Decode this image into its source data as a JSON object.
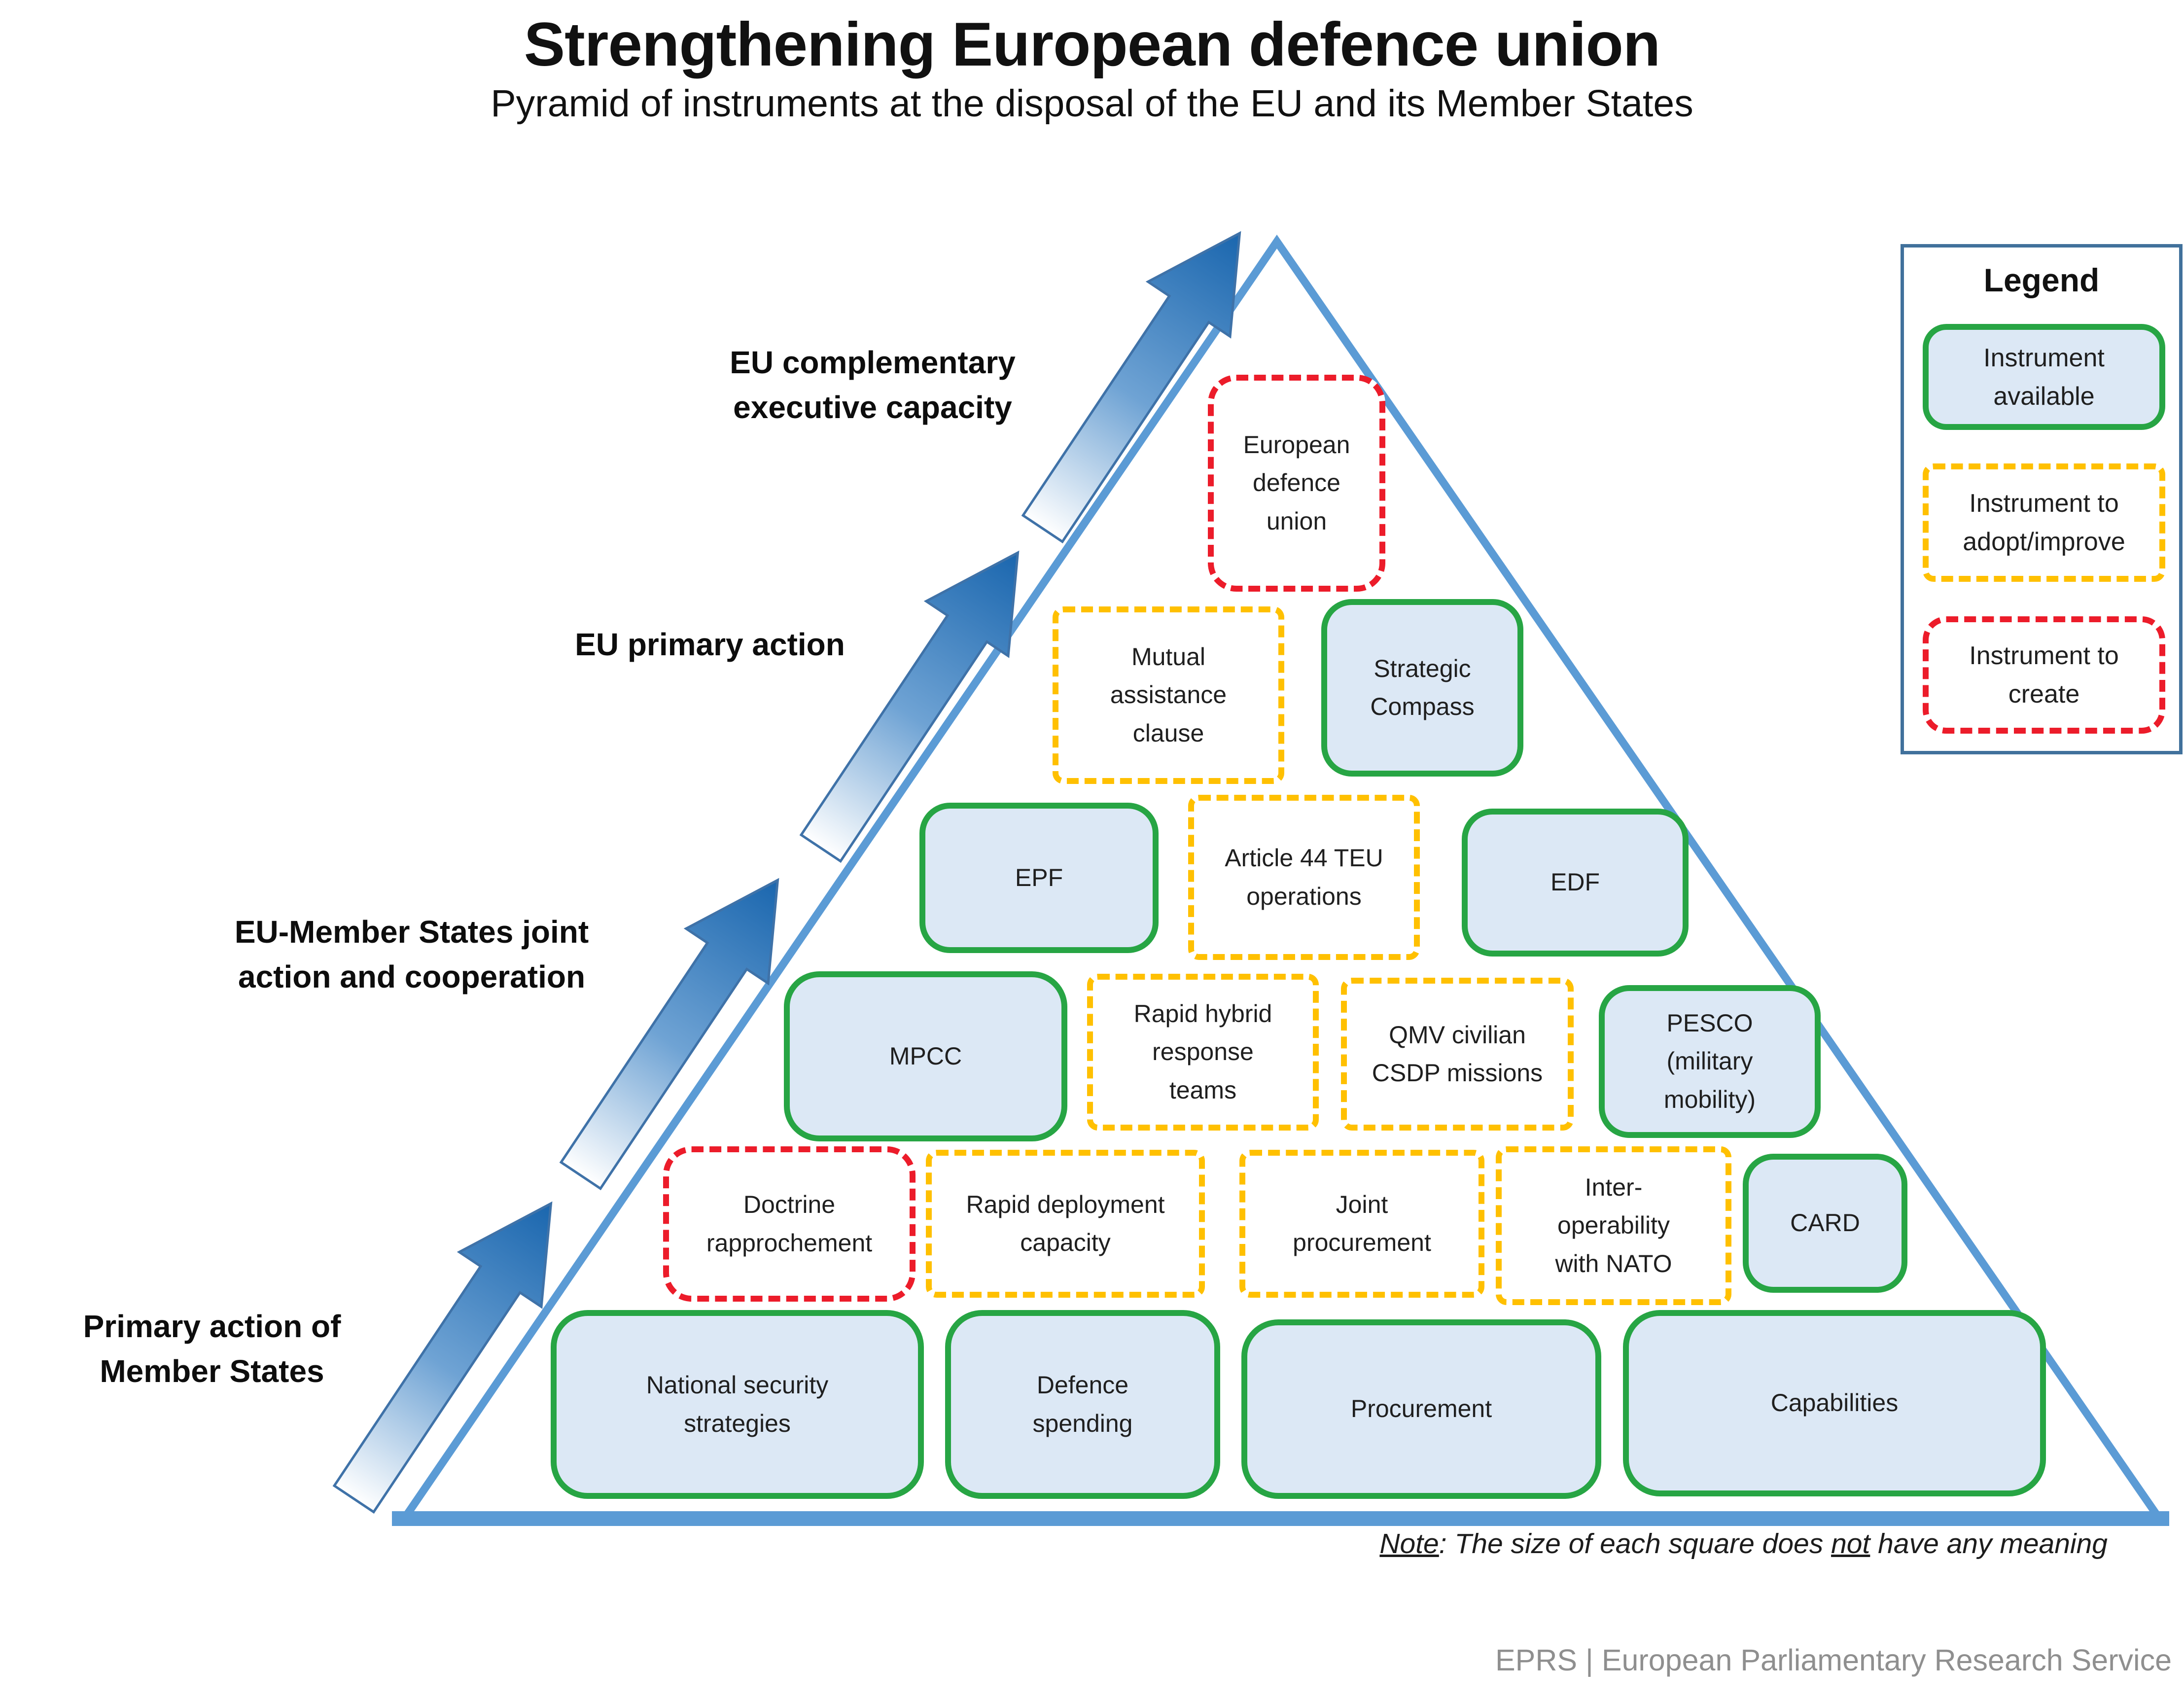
{
  "title": "Strengthening European defence union",
  "subtitle": "Pyramid of instruments at the disposal of the EU and its Member States",
  "side_labels": {
    "l1": "EU complementary\nexecutive capacity",
    "l2": "EU primary action",
    "l3": "EU-Member States joint\naction and cooperation",
    "l4": "Primary action of\nMember States"
  },
  "boxes": {
    "edu": {
      "label": "European\ndefence\nunion",
      "status": "create"
    },
    "mac": {
      "label": "Mutual\nassistance\nclause",
      "status": "adopt"
    },
    "sc": {
      "label": "Strategic\nCompass",
      "status": "available"
    },
    "epf": {
      "label": "EPF",
      "status": "available"
    },
    "a44": {
      "label": "Article 44 TEU\noperations",
      "status": "adopt"
    },
    "edf": {
      "label": "EDF",
      "status": "available"
    },
    "mpcc": {
      "label": "MPCC",
      "status": "available"
    },
    "rhrt": {
      "label": "Rapid hybrid\nresponse\nteams",
      "status": "adopt"
    },
    "qmv": {
      "label": "QMV civilian\nCSDP missions",
      "status": "adopt"
    },
    "pesco": {
      "label": "PESCO\n(military\nmobility)",
      "status": "available"
    },
    "doctrine": {
      "label": "Doctrine\nrapprochement",
      "status": "create"
    },
    "rdc": {
      "label": "Rapid deployment\ncapacity",
      "status": "adopt"
    },
    "jp": {
      "label": "Joint\nprocurement",
      "status": "adopt"
    },
    "nato": {
      "label": "Inter-\noperability\nwith NATO",
      "status": "adopt"
    },
    "card": {
      "label": "CARD",
      "status": "available"
    },
    "nss": {
      "label": "National security\nstrategies",
      "status": "available"
    },
    "ds": {
      "label": "Defence\nspending",
      "status": "available"
    },
    "proc": {
      "label": "Procurement",
      "status": "available"
    },
    "cap": {
      "label": "Capabilities",
      "status": "available"
    }
  },
  "legend": {
    "title": "Legend",
    "items": {
      "available": "Instrument\navailable",
      "adopt": "Instrument to\nadopt/improve",
      "create": "Instrument to\ncreate"
    }
  },
  "note": {
    "segments": {
      "s0": "Note",
      "s1": ": The size of each square does ",
      "s2": "not",
      "s3": " have any meaning"
    }
  },
  "footer": "EPRS | European Parliamentary Research Service",
  "colors": {
    "available_border": "#27a544",
    "available_fill": "#dce8f5",
    "adopt_border": "#ffc000",
    "create_border": "#ec1c2a",
    "pyramid_outline": "#5b9bd5",
    "arrow_dark": "#1a66ae",
    "legend_border": "#41719c",
    "footer_text": "#8f8f8f"
  }
}
